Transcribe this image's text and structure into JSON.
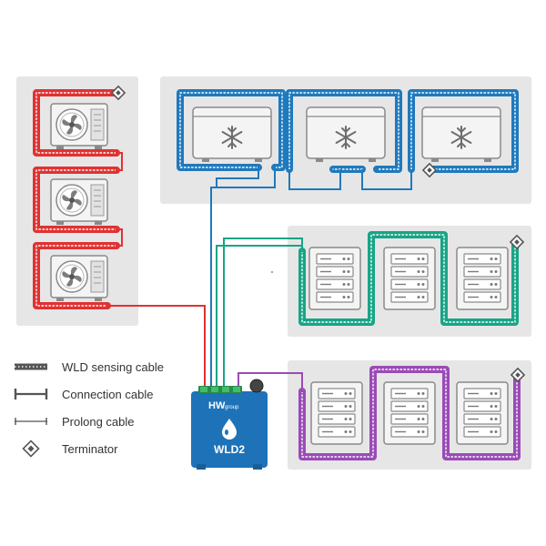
{
  "colors": {
    "zone_bg": "#e6e6e6",
    "red": "#e03232",
    "blue": "#1f79bd",
    "teal": "#18a587",
    "purple": "#9a4bb7",
    "device": "#1e72b8",
    "unit_fill": "#f4f4f4",
    "unit_stroke": "#8a8a8a"
  },
  "icons": {
    "ac_unit": "fan-icon",
    "freezer": "snowflake-icon",
    "server": "server-rack-icon",
    "terminator": "terminator-diamond-icon",
    "device_logo": "water-drop-icon"
  },
  "device": {
    "brand": "HW",
    "brand_sub": "group",
    "model": "WLD2"
  },
  "legend": [
    {
      "type": "sensing",
      "label": "WLD sensing cable"
    },
    {
      "type": "connection",
      "label": "Connection cable"
    },
    {
      "type": "prolong",
      "label": "Prolong cable"
    },
    {
      "type": "terminator",
      "label": "Terminator"
    }
  ]
}
